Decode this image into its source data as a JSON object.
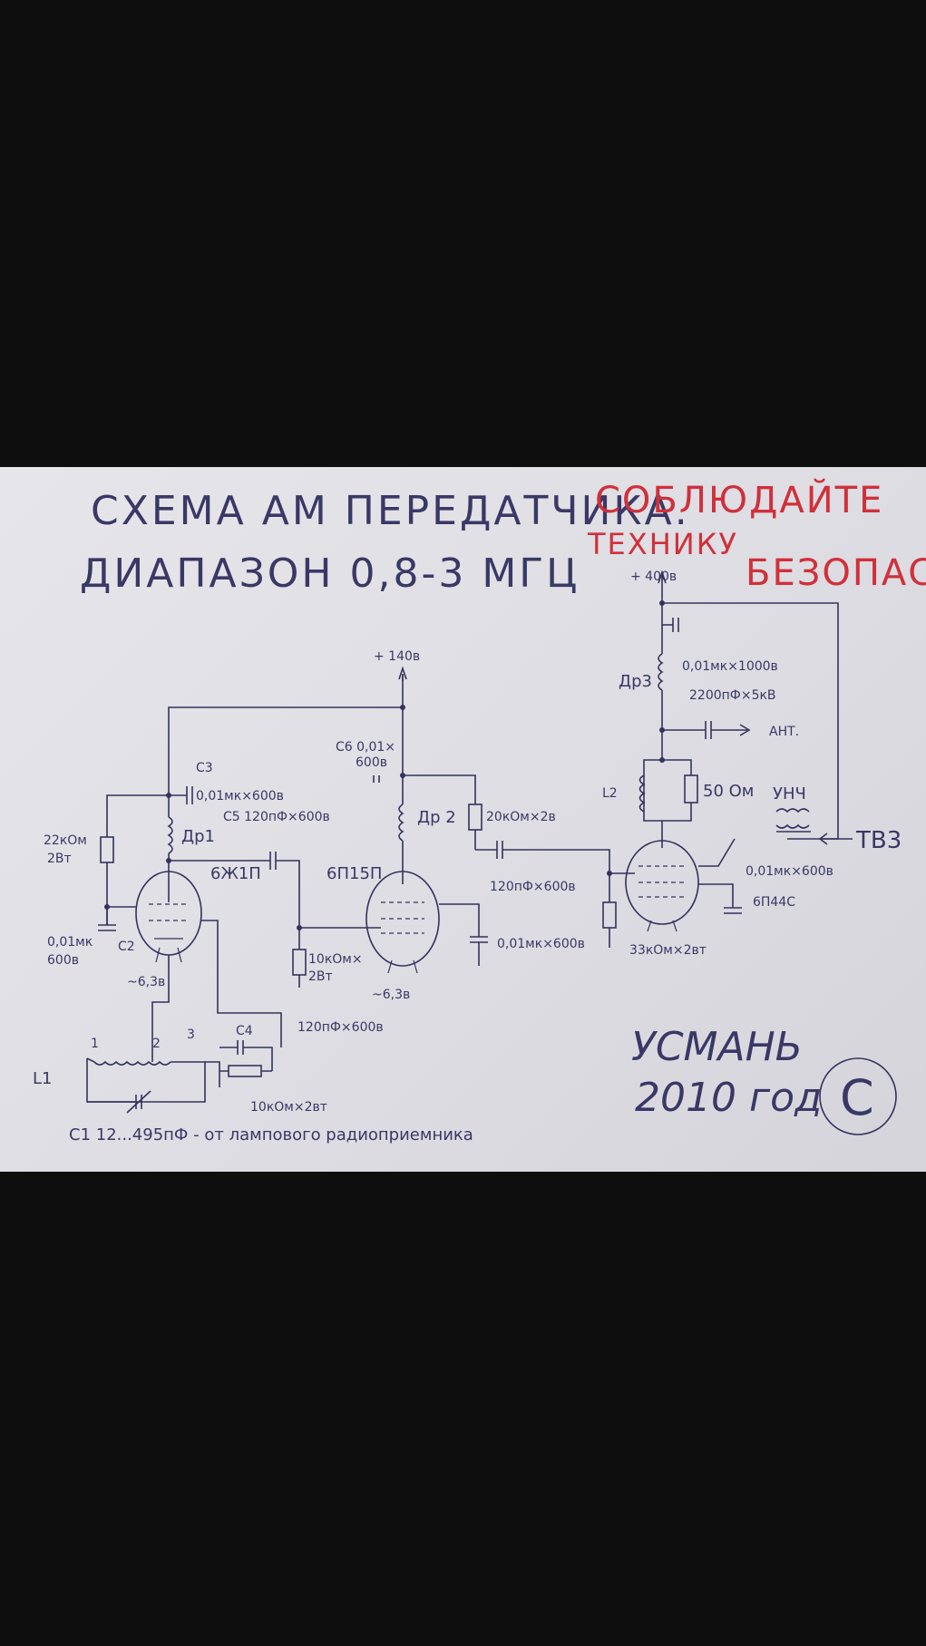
{
  "title": {
    "line1": "СХЕМА АМ ПЕРЕДАТЧИКА.",
    "line2": "ДИАПАЗОН 0,8-3 МГЦ"
  },
  "warning": {
    "line1": "СОБЛЮДАЙТЕ",
    "line2": "ТЕХНИКУ",
    "line3": "БЕЗОПАС"
  },
  "supply": {
    "v400": "+ 400в",
    "v140": "+ 140в"
  },
  "components": {
    "c3": "С3",
    "c3_value": "0,01мк×600в",
    "c5": "С5 120пФ×600в",
    "dr1": "Др1",
    "r22k": "22кОм",
    "r22k_power": "2Вт",
    "c2": "С2",
    "c2_value": "0,01мк",
    "c2_voltage": "600в",
    "tube1": "6Ж1П",
    "heater1": "~6,3в",
    "c6": "С6 0,01×",
    "c6_voltage": "600в",
    "dr2": "Др 2",
    "r20k": "20кОм×2в",
    "tube2": "6П15П",
    "c120": "120пФ×600в",
    "r10k_a": "10кОм×",
    "r10k_a_power": "2Вт",
    "heater2": "~6,3в",
    "c001_mid": "0,01мк×600в",
    "r33k": "33кОм×2вт",
    "dr3": "Др3",
    "c_001_1000": "0,01мк×1000в",
    "c_2200": "2200пФ×5кВ",
    "ant": "АНТ.",
    "l2": "L2",
    "r50": "50 Ом",
    "unch": "УНЧ",
    "tv3": "ТВ3",
    "c_001_600_right": "0,01мк×600в",
    "tube3": "6П44С",
    "c4": "С4",
    "c4_value": "120пФ×600в",
    "r10k_b": "10кОм×2вт",
    "l1": "L1",
    "tap1": "1",
    "tap2": "2",
    "tap3": "3",
    "c1_note": "С1 12...495пФ - от лампового радиоприемника"
  },
  "signature": {
    "city": "УСМАНЬ",
    "year": "2010 год",
    "copyright": "C"
  }
}
